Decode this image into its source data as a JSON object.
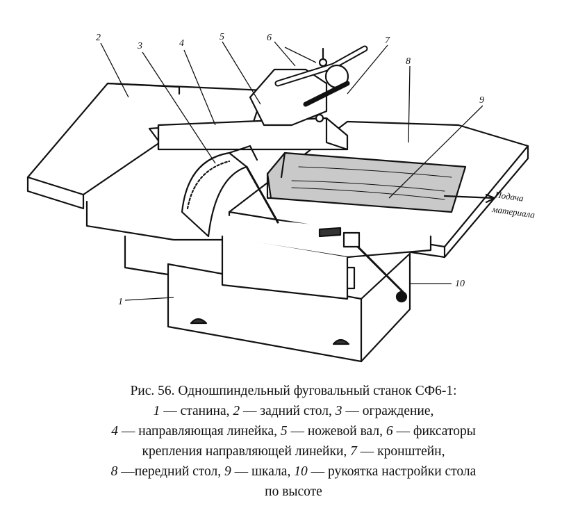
{
  "callouts": {
    "c1": "1",
    "c2": "2",
    "c3": "3",
    "c4": "4",
    "c5": "5",
    "c6": "6",
    "c7": "7",
    "c8a": "8",
    "c9": "9",
    "c10": "10"
  },
  "feed_label": {
    "line1": "Подача",
    "line2": "материала"
  },
  "caption": {
    "title": "Рис. 56. Одношпиндельный фуговальный станок СФ6-1:",
    "items": [
      {
        "num": "1",
        "text": " — станина, "
      },
      {
        "num": "2",
        "text": " — задний стол, "
      },
      {
        "num": "3",
        "text": " — ограждение,"
      },
      {
        "num": "4",
        "text": " — направляющая  линейка, "
      },
      {
        "num": "5",
        "text": " — ножевой вал,   "
      },
      {
        "num": "6",
        "text": " — фиксаторы"
      },
      {
        "num": "",
        "text": "крепления   направляющей  линейки, "
      },
      {
        "num": "7",
        "text": " — кронштейн,"
      },
      {
        "num": "8",
        "text": " —передний  стол, "
      },
      {
        "num": "9",
        "text": " — шкала,  "
      },
      {
        "num": "10",
        "text": " — рукоятка  настройки    стола"
      },
      {
        "num": "",
        "text": "по высоте"
      }
    ]
  },
  "colors": {
    "ink": "#111111",
    "paper": "#ffffff",
    "wood": "#c9c9c9"
  }
}
